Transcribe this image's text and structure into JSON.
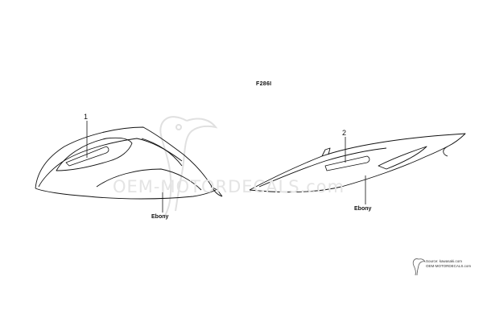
{
  "diagram": {
    "figure_code": "F286I",
    "callouts": [
      {
        "number": "1",
        "color_name": "Ebony"
      },
      {
        "number": "2",
        "color_name": "Ebony"
      }
    ],
    "watermark": "OEM-MOTORDECALS.com",
    "source_line": "Source: kawasaki.com",
    "source_site": "OEM-MOTORDECALS.com"
  },
  "colors": {
    "line": "#111111",
    "watermark": "#e4e4e4",
    "background": "#ffffff"
  }
}
